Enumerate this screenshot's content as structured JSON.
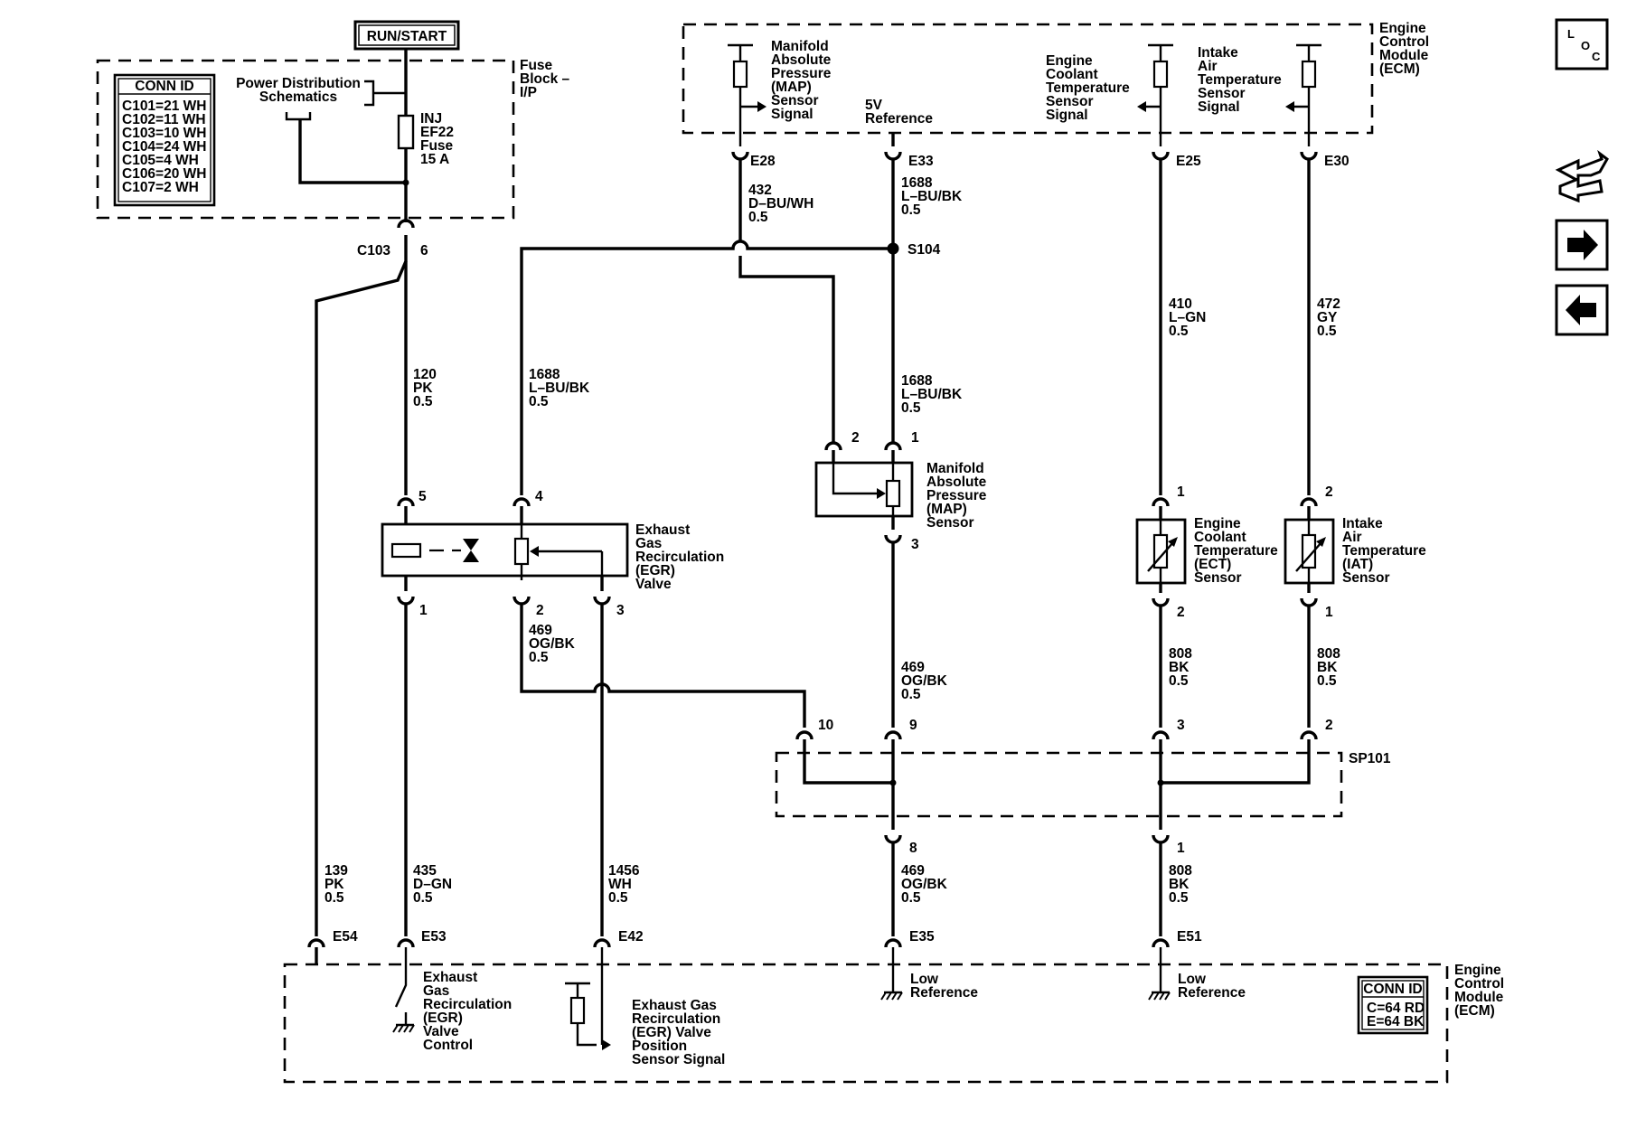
{
  "run_start": "RUN/START",
  "fuse_block": {
    "line1": "Fuse",
    "line2": "Block –",
    "line3": "I/P"
  },
  "conn_table_left": {
    "header": "CONN ID",
    "rows": [
      "C101=21 WH",
      "C102=11 WH",
      "C103=10 WH",
      "C104=24 WH",
      "C105=4 WH",
      "C106=20 WH",
      "C107=2 WH"
    ]
  },
  "power_dist": {
    "line1": "Power Distribution",
    "line2": "Schematics"
  },
  "fuse": {
    "line1": "INJ",
    "line2": "EF22",
    "line3": "Fuse",
    "line4": "15 A"
  },
  "c103": {
    "name": "C103",
    "pin": "6"
  },
  "ecm_top": {
    "title": [
      "Engine",
      "Control",
      "Module",
      "(ECM)"
    ],
    "map_signal": [
      "Manifold",
      "Absolute",
      "Pressure",
      "(MAP)",
      "Sensor",
      "Signal"
    ],
    "ref5v": [
      "5V",
      "Reference"
    ],
    "ect_signal": [
      "Engine",
      "Coolant",
      "Temperature",
      "Sensor",
      "Signal"
    ],
    "iat_signal": [
      "Intake",
      "Air",
      "Temperature",
      "Sensor",
      "Signal"
    ],
    "pins": {
      "e28": "E28",
      "e33": "E33",
      "e25": "E25",
      "e30": "E30"
    }
  },
  "wires": {
    "w432": [
      "432",
      "D–BU/WH",
      "0.5"
    ],
    "w1688a": [
      "1688",
      "L–BU/BK",
      "0.5"
    ],
    "w1688b": [
      "1688",
      "L–BU/BK",
      "0.5"
    ],
    "w1688c": [
      "1688",
      "L–BU/BK",
      "0.5"
    ],
    "w120": [
      "120",
      "PK",
      "0.5"
    ],
    "w410": [
      "410",
      "L–GN",
      "0.5"
    ],
    "w472": [
      "472",
      "GY",
      "0.5"
    ],
    "w469a": [
      "469",
      "OG/BK",
      "0.5"
    ],
    "w469b": [
      "469",
      "OG/BK",
      "0.5"
    ],
    "w469c": [
      "469",
      "OG/BK",
      "0.5"
    ],
    "w808a": [
      "808",
      "BK",
      "0.5"
    ],
    "w808b": [
      "808",
      "BK",
      "0.5"
    ],
    "w808c": [
      "808",
      "BK",
      "0.5"
    ],
    "w139": [
      "139",
      "PK",
      "0.5"
    ],
    "w435": [
      "435",
      "D–GN",
      "0.5"
    ],
    "w1456": [
      "1456",
      "WH",
      "0.5"
    ]
  },
  "s104": "S104",
  "egr_valve": {
    "label": [
      "Exhaust",
      "Gas",
      "Recirculation",
      "(EGR)",
      "Valve"
    ],
    "pins": [
      "5",
      "4",
      "1",
      "2",
      "3"
    ]
  },
  "map_sensor": {
    "label": [
      "Manifold",
      "Absolute",
      "Pressure",
      "(MAP)",
      "Sensor"
    ],
    "pins": [
      "2",
      "1",
      "3"
    ]
  },
  "ect_sensor": {
    "label": [
      "Engine",
      "Coolant",
      "Temperature",
      "(ECT)",
      "Sensor"
    ],
    "pins": [
      "1",
      "2"
    ]
  },
  "iat_sensor": {
    "label": [
      "Intake",
      "Air",
      "Temperature",
      "(IAT)",
      "Sensor"
    ],
    "pins": [
      "2",
      "1"
    ]
  },
  "sp101": {
    "name": "SP101",
    "pins": [
      "10",
      "9",
      "3",
      "2",
      "8",
      "1"
    ]
  },
  "ecm_bottom": {
    "title": [
      "Engine",
      "Control",
      "Module",
      "(ECM)"
    ],
    "pins": {
      "e54": "E54",
      "e53": "E53",
      "e42": "E42",
      "e35": "E35",
      "e51": "E51"
    },
    "egr_control": [
      "Exhaust",
      "Gas",
      "Recirculation",
      "(EGR)",
      "Valve",
      "Control"
    ],
    "egr_position": [
      "Exhaust Gas",
      "Recirculation",
      "(EGR) Valve",
      "Position",
      "Sensor Signal"
    ],
    "low_ref_a": [
      "Low",
      "Reference"
    ],
    "low_ref_b": [
      "Low",
      "Reference"
    ],
    "conn_table": {
      "header": "CONN ID",
      "rows": [
        "C=64 RD",
        "E=64 BK"
      ]
    }
  },
  "nav": {
    "loc_l": "L",
    "loc_o": "O",
    "loc_c": "C"
  },
  "icons": [
    "loc-icon",
    "component-locator-icon",
    "next-page-icon",
    "previous-page-icon"
  ]
}
